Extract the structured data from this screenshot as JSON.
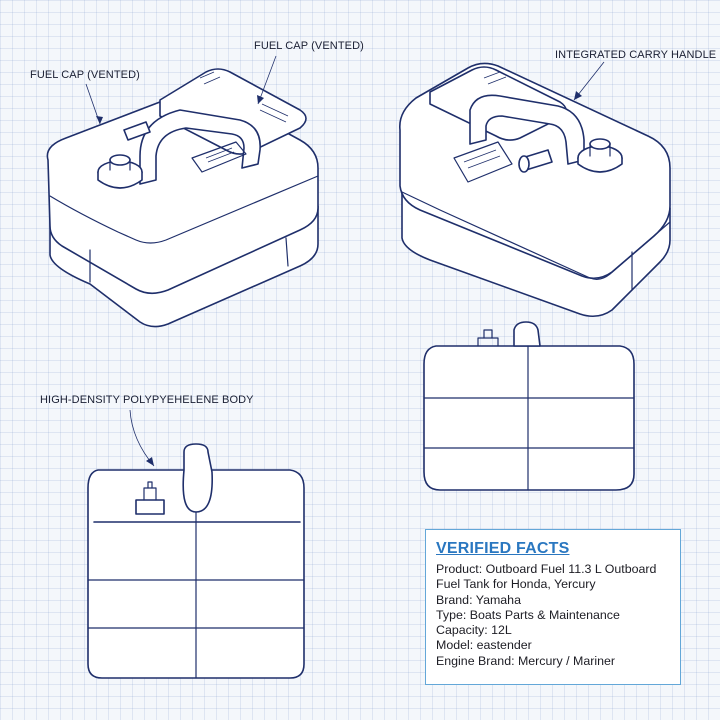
{
  "callouts": {
    "fuel_cap_left": "FUEL CAP (VENTED)",
    "fuel_cap_center": "FUEL CAP (VENTED)",
    "carry_handle": "INTEGRATED CARRY HANDLE",
    "body_material": "HIGH-DENSITY POLYPYEHELENE BODY"
  },
  "facts": {
    "title": "VERIFIED FACTS",
    "lines": [
      "Product: Outboard Fuel 11.3 L Outboard",
      "Fuel Tank for Honda, Yercury",
      "Brand: Yamaha",
      "Type: Boats Parts & Maintenance",
      "Capacity: 12L",
      "Model: eastender",
      "Engine Brand: Mercury / Mariner"
    ]
  },
  "colors": {
    "ink": "#1f2f6b",
    "accent": "#2a77c0",
    "box_border": "#63a7d8",
    "grid": "#dfe7f2"
  }
}
